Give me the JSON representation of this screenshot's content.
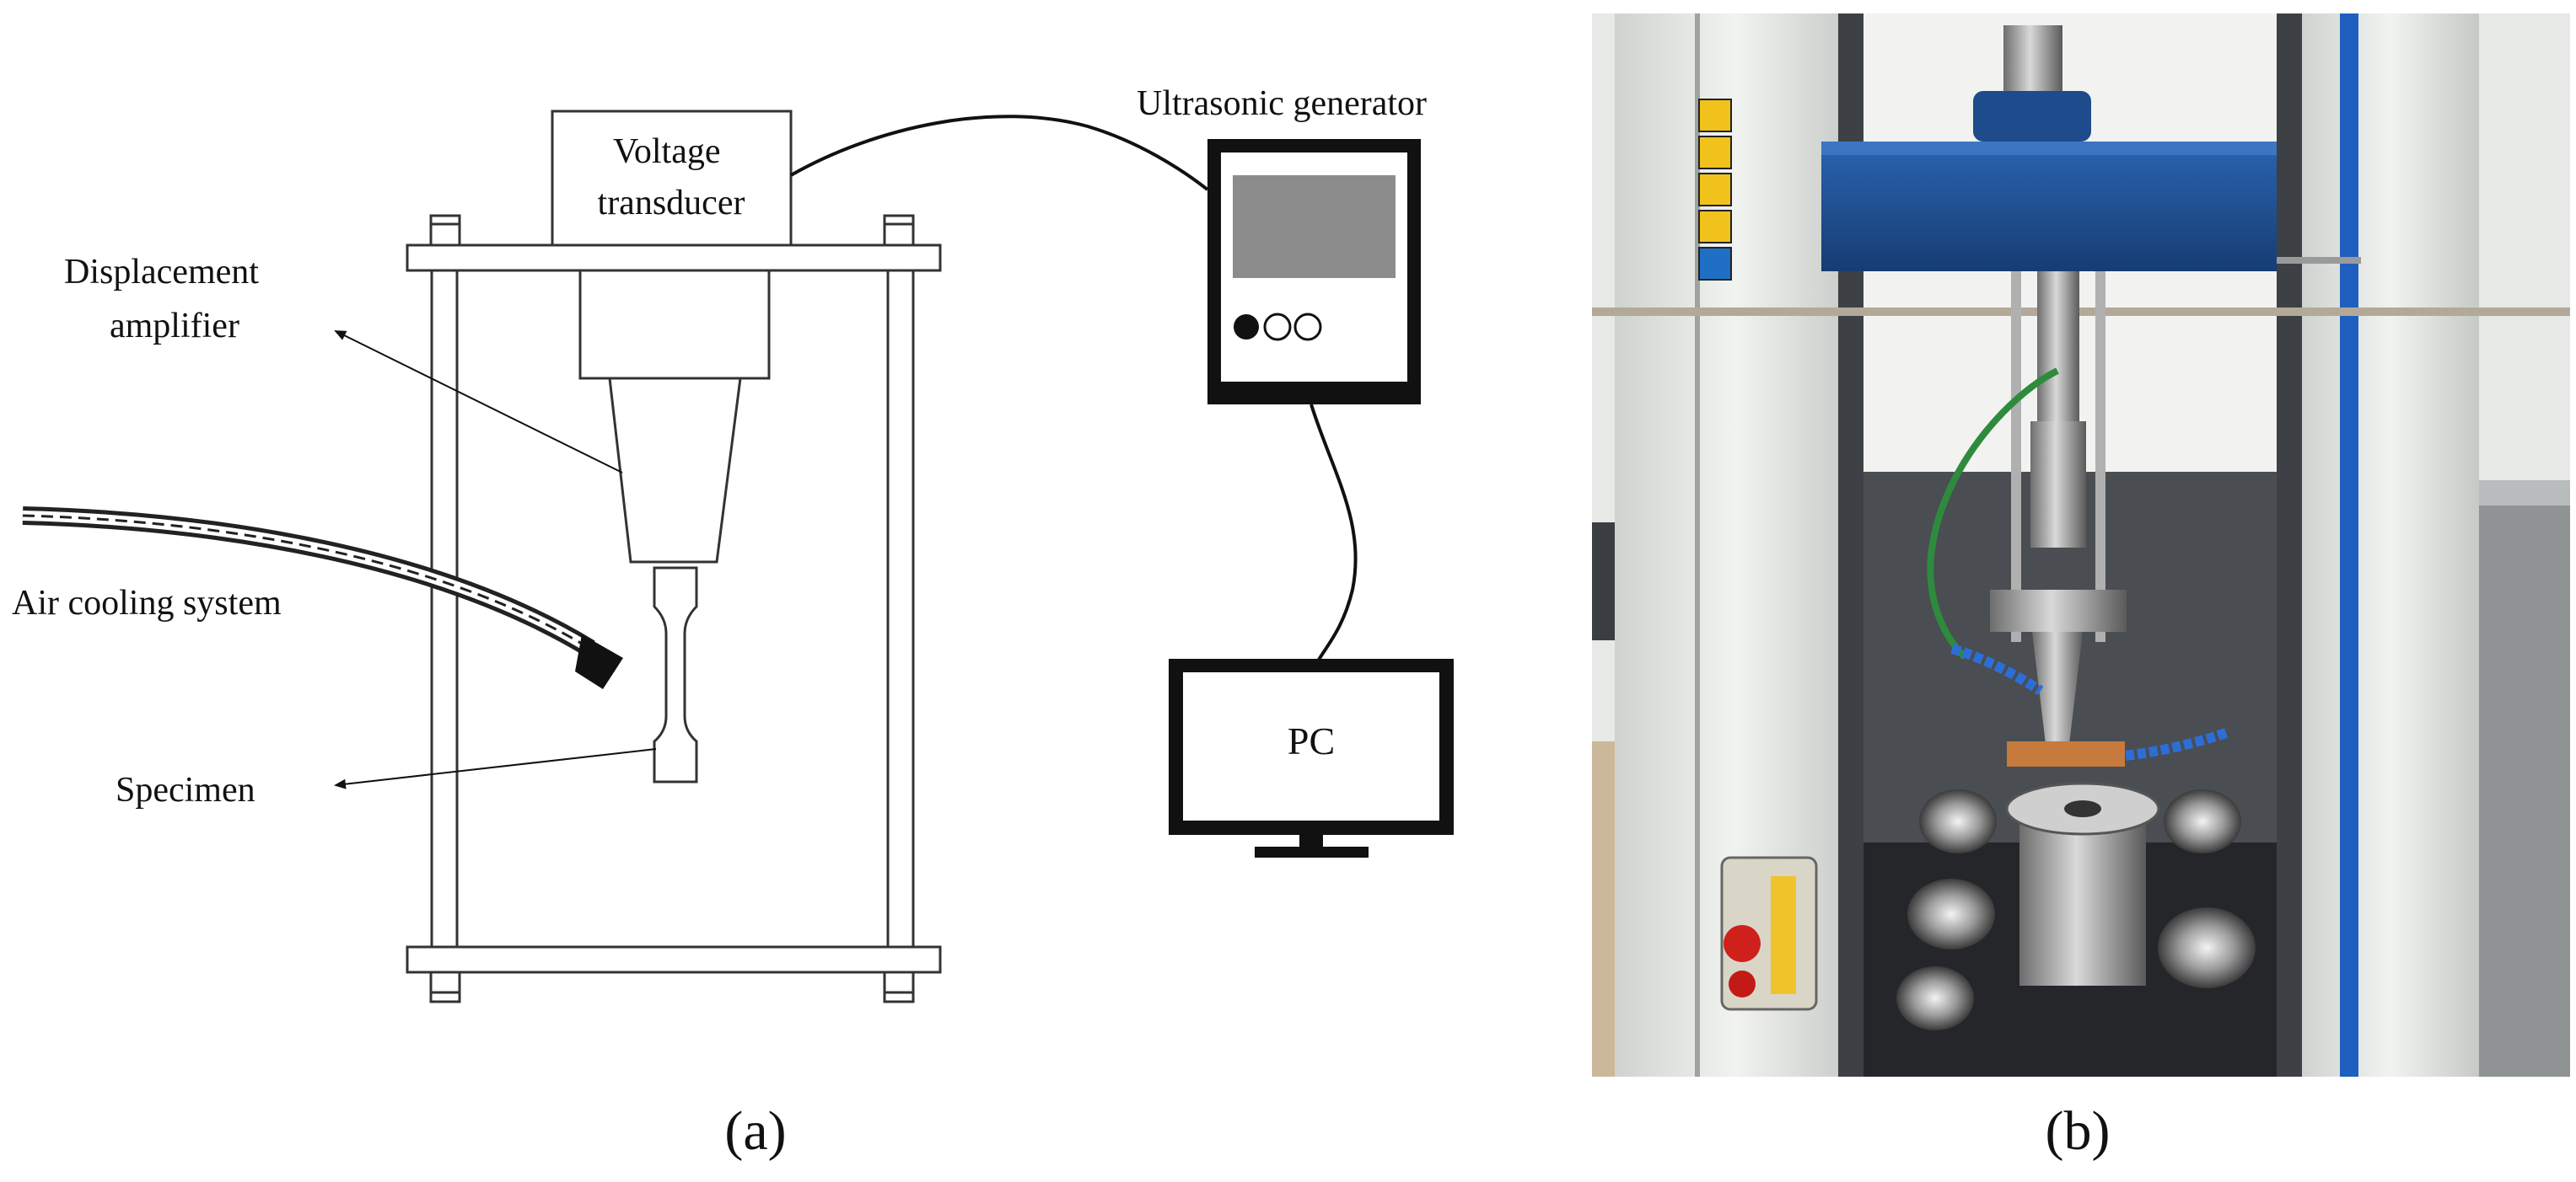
{
  "panel_a": {
    "voltage_transducer": [
      "Voltage",
      "transducer"
    ],
    "ultrasonic_generator": "Ultrasonic generator",
    "displacement_amplifier": [
      "Displacement",
      "amplifier"
    ],
    "air_cooling_system": "Air cooling system",
    "specimen": "Specimen",
    "pc": "PC",
    "caption": "(a)"
  },
  "panel_b": {
    "caption": "(b)",
    "machine_frame_color": "#e9ece8",
    "crosshead_color": "#1e4b8c",
    "scale_color": "#1f5fbf"
  }
}
